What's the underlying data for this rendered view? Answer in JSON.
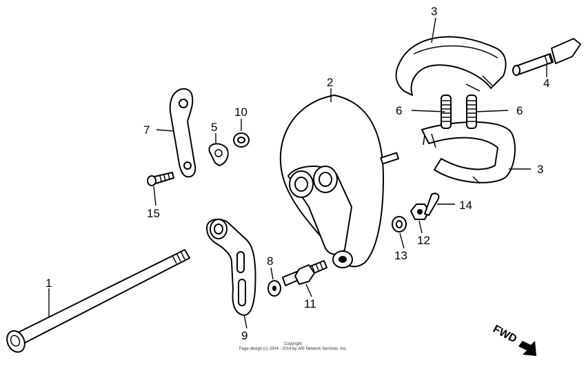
{
  "callouts": {
    "c1": "1",
    "c2": "2",
    "c3a": "3",
    "c3b": "3",
    "c4": "4",
    "c5": "5",
    "c6a": "6",
    "c6b": "6",
    "c7": "7",
    "c8": "8",
    "c9": "9",
    "c10": "10",
    "c11": "11",
    "c12": "12",
    "c13": "13",
    "c14": "14",
    "c15": "15"
  },
  "fwd_label": "FWD",
  "copyright": {
    "line1": "Copyright",
    "line2": "Page design (c) 2004 - 2014 by ARI Network Services, Inc."
  }
}
